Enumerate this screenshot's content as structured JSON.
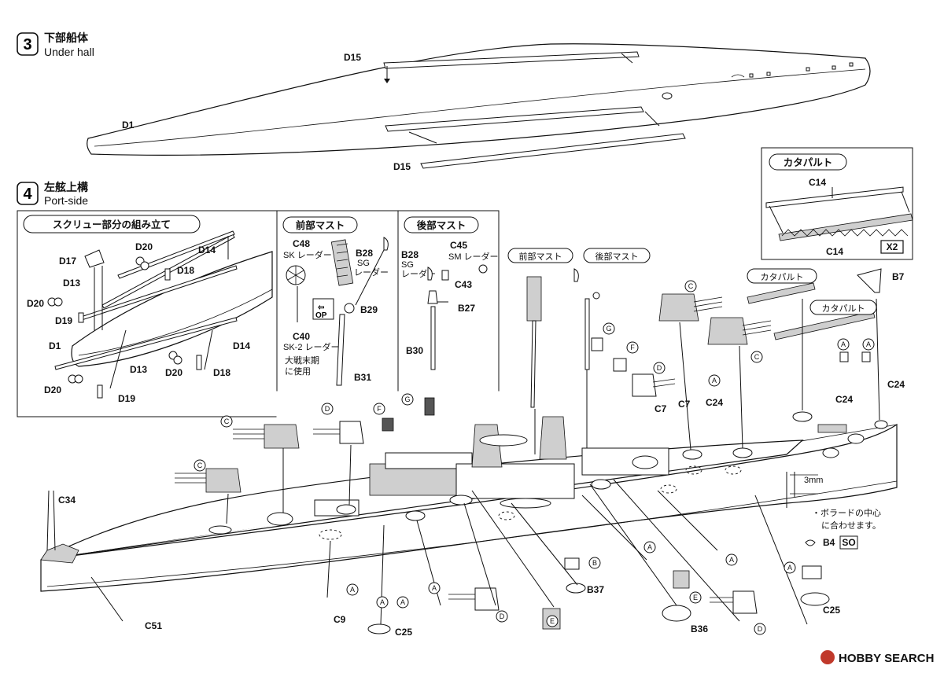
{
  "step3": {
    "number": "3",
    "title_jp": "下部船体",
    "title_en": "Under hall"
  },
  "step4": {
    "number": "4",
    "title_jp": "左舷上構",
    "title_en": "Port-side"
  },
  "catapult_box": {
    "title": "カタパルト",
    "top_label": "C14",
    "bottom_label": "C14",
    "qty": "X2"
  },
  "screw_box": {
    "title": "スクリュー部分の組み立て"
  },
  "fore_mast_box": {
    "title": "前部マスト",
    "sk_radar": "SK レーダー",
    "sg_radar_1": "SG",
    "sg_radar_2": "レーダー",
    "sk2_radar": "SK-2 レーダー",
    "note_1": "大戦末期",
    "note_2": "に使用",
    "op": "OP"
  },
  "aft_mast_box": {
    "title": "後部マスト",
    "sm_radar": "SM レーダー",
    "sg_1": "SG",
    "sg_2": "レーダー"
  },
  "main_labels": {
    "fore_mast": "前部マスト",
    "aft_mast": "後部マスト",
    "catapult_1": "カタパルト",
    "catapult_2": "カタパルト",
    "bollard_1": "・ボラードの中心",
    "bollard_2": "に合わせます。",
    "dim_3mm": "3mm",
    "so": "SO"
  },
  "watermark": {
    "text": "HOBBY SEARCH"
  },
  "parts": {
    "D15": "D15",
    "D1": "D1",
    "D14": "D14",
    "D17": "D17",
    "D20": "D20",
    "D18": "D18",
    "D13": "D13",
    "D19": "D19",
    "C48": "C48",
    "B28": "B28",
    "B29": "B29",
    "C40": "C40",
    "B31": "B31",
    "C45": "C45",
    "C43": "C43",
    "B27": "B27",
    "B30": "B30",
    "B7": "B7",
    "C24": "C24",
    "C7": "C7",
    "C34": "C34",
    "C51": "C51",
    "C9": "C9",
    "C25": "C25",
    "B37": "B37",
    "B36": "B36",
    "B4": "B4"
  },
  "callouts": {
    "A": "A",
    "B": "B",
    "C": "C",
    "D": "D",
    "E": "E",
    "F": "F",
    "G": "G"
  }
}
